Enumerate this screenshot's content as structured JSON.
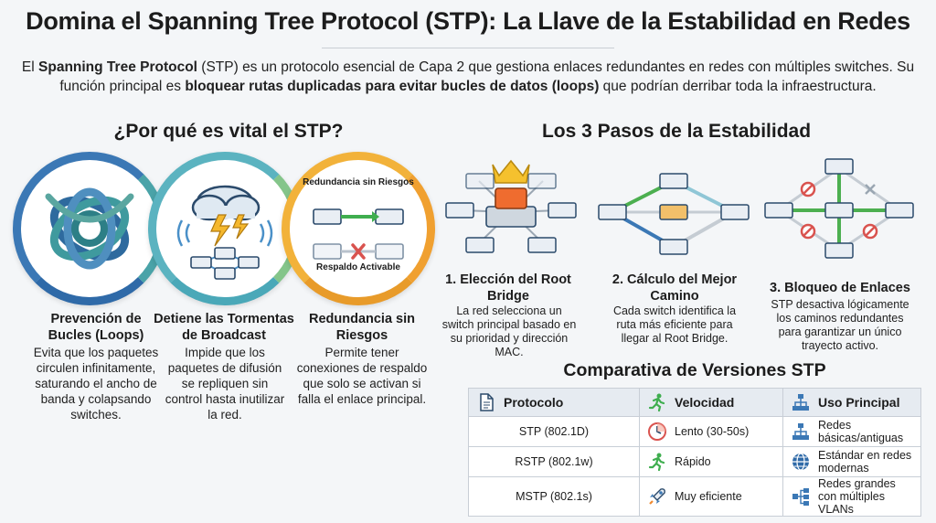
{
  "title": "Domina el Spanning Tree Protocol (STP): La Llave de la Estabilidad en Redes",
  "intro": {
    "p1": "El ",
    "b1": "Spanning Tree Protocol",
    "p2": " (STP) es un protocolo esencial de Capa 2 que gestiona enlaces redundantes en redes con múltiples switches. Su función principal es ",
    "b2": "bloquear rutas duplicadas para evitar bucles de datos (loops)",
    "p3": " que podrían derribar toda la infraestructura."
  },
  "why": {
    "heading": "¿Por qué es vital el STP?",
    "cards": [
      {
        "title": "Prevención de Bucles (Loops)",
        "text": "Evita que los paquetes circulen infinitamente, saturando el ancho de banda y colapsando switches.",
        "icon": "knot-icon"
      },
      {
        "title": "Detiene las Tormentas de Broadcast",
        "text": "Impide que los paquetes de difusión se repliquen sin control hasta inutilizar la red.",
        "icon": "storm-cloud-icon"
      },
      {
        "title": "Redundancia sin Riesgos",
        "text": "Permite tener conexiones de respaldo que solo se activan si falla el enlace principal.",
        "icon": "redundancy-icon",
        "label_top": "Redundancia sin Riesgos",
        "label_bottom": "Respaldo Activable"
      }
    ]
  },
  "steps": {
    "heading": "Los 3 Pasos de la Estabilidad",
    "items": [
      {
        "title": "1. Elección del Root Bridge",
        "text": "La red selecciona un switch principal basado en su prioridad y dirección MAC.",
        "icon": "crown-switch-icon"
      },
      {
        "title": "2. Cálculo del Mejor Camino",
        "text": "Cada switch identifica la ruta más eficiente para llegar al Root Bridge.",
        "icon": "path-network-icon"
      },
      {
        "title": "3. Bloqueo de Enlaces",
        "text": "STP desactiva lógicamente los caminos redundantes para garantizar un único trayecto activo.",
        "icon": "blocked-links-icon"
      }
    ]
  },
  "table": {
    "heading": "Comparativa de Versiones STP",
    "headers": [
      {
        "label": "Protocolo",
        "icon": "document-icon"
      },
      {
        "label": "Velocidad",
        "icon": "runner-icon"
      },
      {
        "label": "Uso Principal",
        "icon": "hierarchy-icon"
      }
    ],
    "rows": [
      {
        "protocol": "STP (802.1D)",
        "speed": "Lento (30-50s)",
        "speed_icon": "clock-icon",
        "use": "Redes básicas/antiguas",
        "use_icon": "hierarchy-icon"
      },
      {
        "protocol": "RSTP (802.1w)",
        "speed": "Rápido",
        "speed_icon": "runner-icon",
        "use": "Estándar en redes modernas",
        "use_icon": "globe-icon"
      },
      {
        "protocol": "MSTP (802.1s)",
        "speed": "Muy eficiente",
        "speed_icon": "rocket-icon",
        "use": "Redes grandes con múltiples VLANs",
        "use_icon": "vlan-tree-icon"
      }
    ]
  },
  "colors": {
    "blue": "#3b78b5",
    "teal": "#4aa8b8",
    "green": "#4caf50",
    "orange": "#f2b23a",
    "red": "#d9534f",
    "switch": "#e9eef4"
  }
}
